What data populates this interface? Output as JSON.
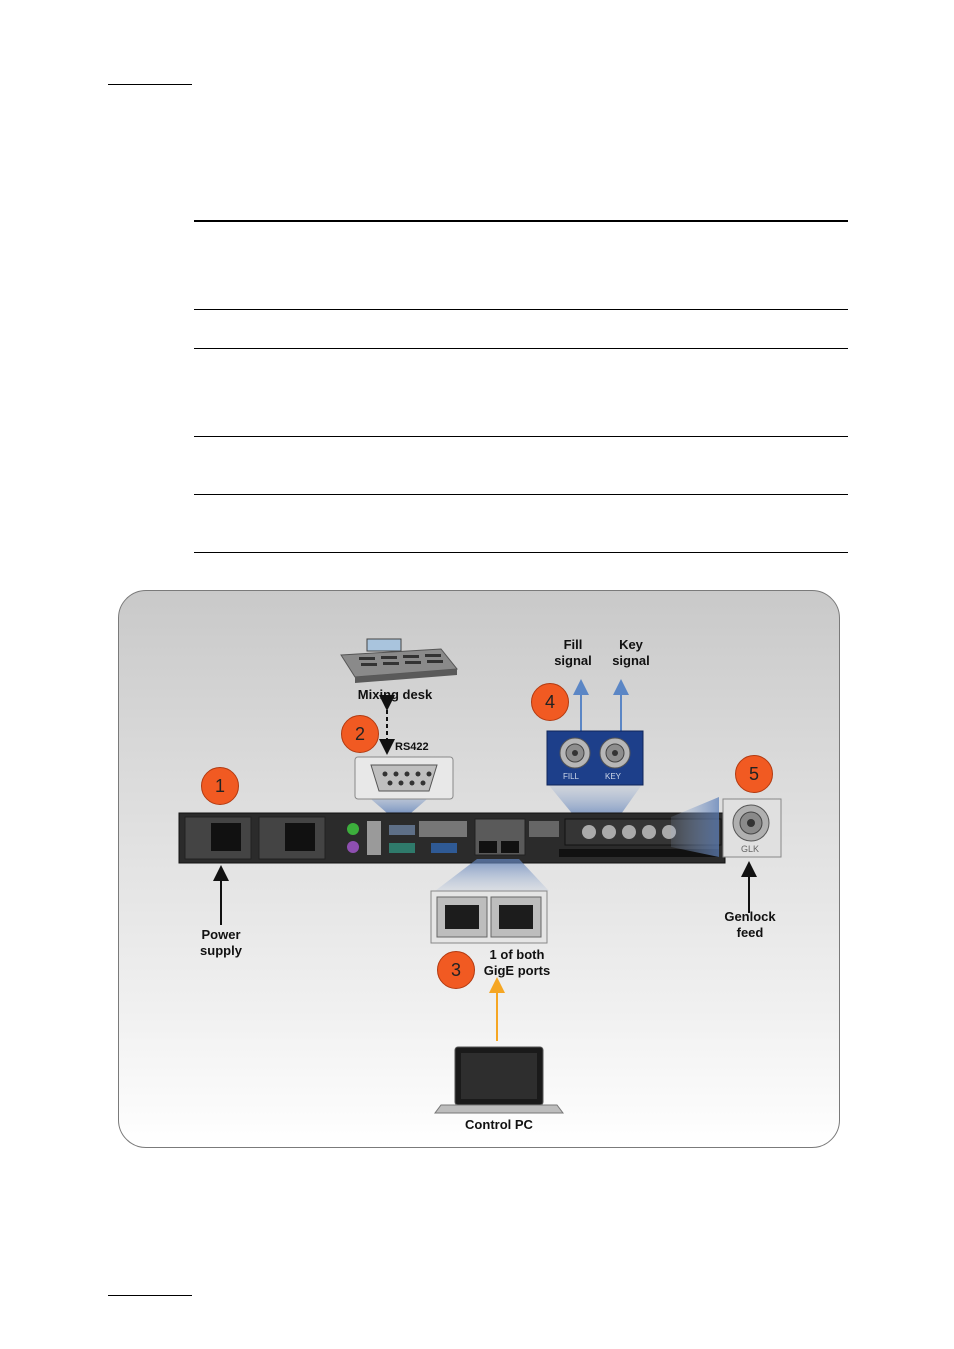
{
  "diagram": {
    "labels": {
      "mixing_desk": "Mixing desk",
      "rs422": "RS422",
      "fill": [
        "Fill",
        "signal"
      ],
      "key": [
        "Key",
        "signal"
      ],
      "power": [
        "Power",
        "supply"
      ],
      "gige": [
        "1 of both",
        "GigE ports"
      ],
      "genlock": [
        "Genlock",
        "feed"
      ],
      "control_pc": "Control PC"
    },
    "badges": [
      "1",
      "2",
      "3",
      "4",
      "5"
    ],
    "connector_labels": {
      "fill": "FILL",
      "key": "KEY",
      "genlock": "GLK"
    },
    "colors": {
      "badge": "#f15a22",
      "signal_arrow": "#5b86c5",
      "control_arrow": "#f5a623",
      "data_arrow": "#111111"
    }
  }
}
